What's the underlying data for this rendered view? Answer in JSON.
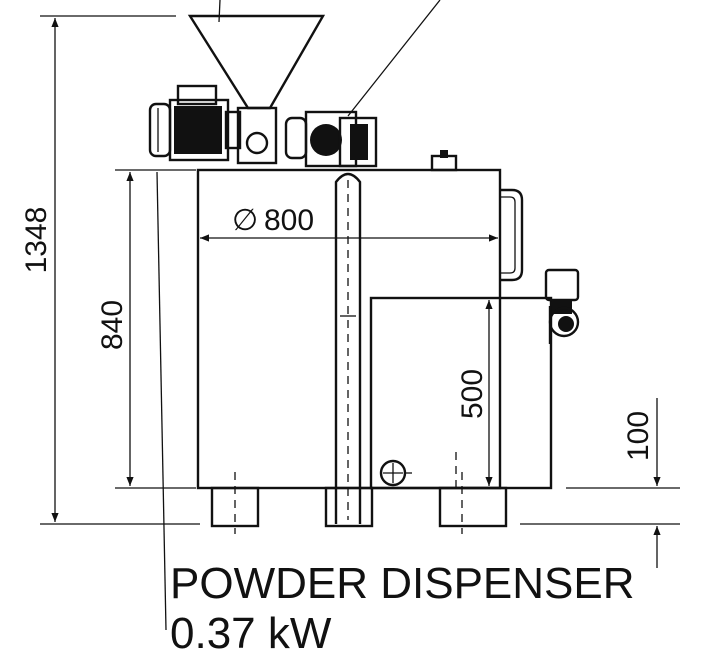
{
  "dimensions": {
    "overall_height": "1348",
    "tank_height": "840",
    "diameter_symbol": "∅",
    "diameter": "800",
    "box_height": "500",
    "leg_height": "100"
  },
  "label": {
    "line1": "POWDER DISPENSER",
    "line2": "0.37 kW"
  }
}
